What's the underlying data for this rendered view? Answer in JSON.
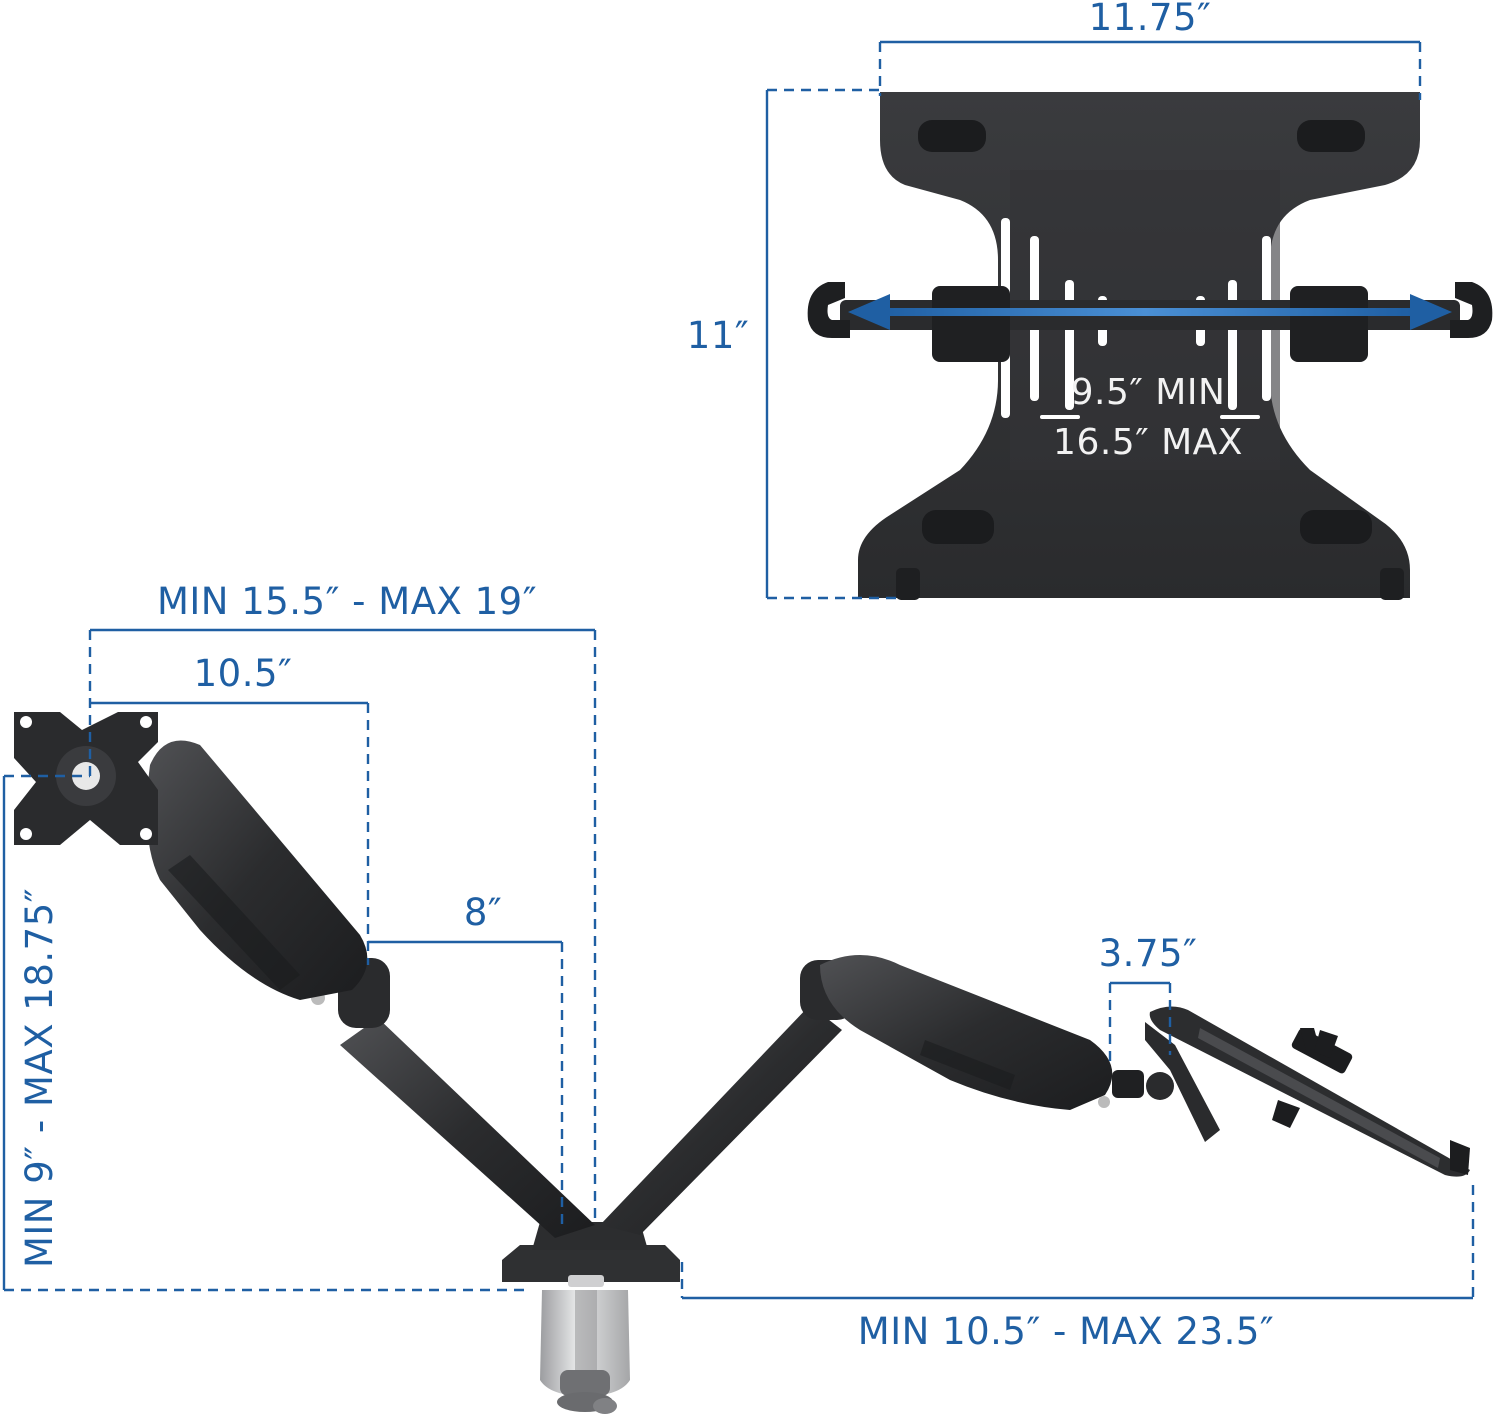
{
  "dimensions": {
    "tray_width": "11.75″",
    "tray_height": "11″",
    "tray_clamp_min": "9.5″ MIN",
    "tray_clamp_max": "16.5″ MAX",
    "arm_reach": "MIN 15.5″ - MAX 19″",
    "upper_arm": "10.5″",
    "lower_arm": "8″",
    "height_range": "MIN 9″ - MAX 18.75″",
    "tilt_head": "3.75″",
    "tray_reach": "MIN 10.5″ - MAX 23.5″"
  },
  "colors": {
    "dimension_blue": "#1f5fa3",
    "product_black": "#2b2c2e",
    "clamp_silver": "#c9cacc"
  }
}
